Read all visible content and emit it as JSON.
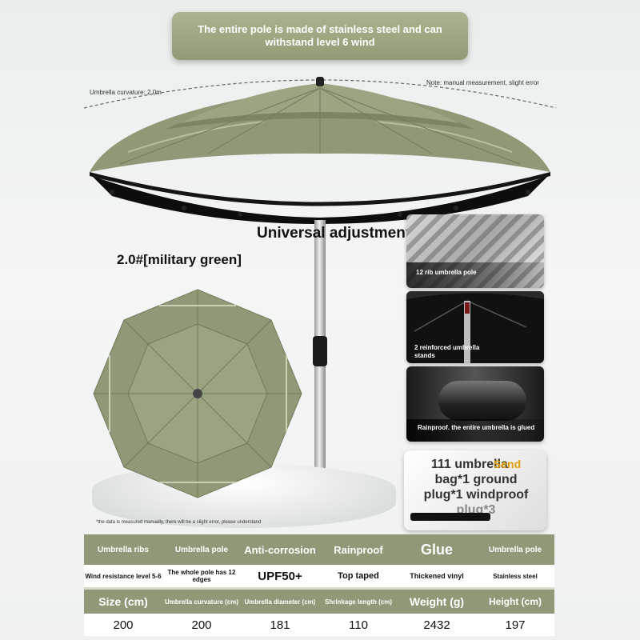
{
  "banner": {
    "line1": "The entire pole is made of stainless steel and can",
    "line2": "withstand level 6 wind"
  },
  "notes": {
    "curvature": "Umbrella curvature: 2.0m",
    "measurement": "Note: manual measurement, slight error",
    "manual": "*the data is measured manually, there will be a slight error, please understand"
  },
  "headings": {
    "adjustment": "Universal adjustment",
    "model": "2.0#[military green]"
  },
  "features": [
    {
      "label": "12 rib umbrella pole"
    },
    {
      "label": "2 reinforced umbrella stands"
    },
    {
      "label": "Rainproof. the entire umbrella is glued"
    }
  ],
  "accessory": {
    "line1": "111 umbrella",
    "overlay": "Send",
    "line2": "bag*1 ground",
    "line3": "plug*1 windproof",
    "line4": "plug*3"
  },
  "table": {
    "header1": [
      "Umbrella ribs",
      "Umbrella pole",
      "Anti-corrosion",
      "Rainproof",
      "Glue",
      "Umbrella pole"
    ],
    "values1": [
      "Wind resistance level 5-6",
      "The whole pole has 12 edges",
      "UPF50+",
      "Top taped",
      "Thickened vinyl",
      "Stainless steel"
    ],
    "header2": [
      "Size (cm)",
      "Umbrella curvature (cm)",
      "Umbrella diameter (cm)",
      "Shrinkage length (cm)",
      "Weight (g)",
      "Height (cm)"
    ],
    "values2": [
      "200",
      "200",
      "181",
      "110",
      "2432",
      "197"
    ]
  },
  "colors": {
    "canopy": "#8e9a77",
    "canopy_light": "#a7b290",
    "underside": "#0d0d0d",
    "table_header": "#8e9a77"
  }
}
